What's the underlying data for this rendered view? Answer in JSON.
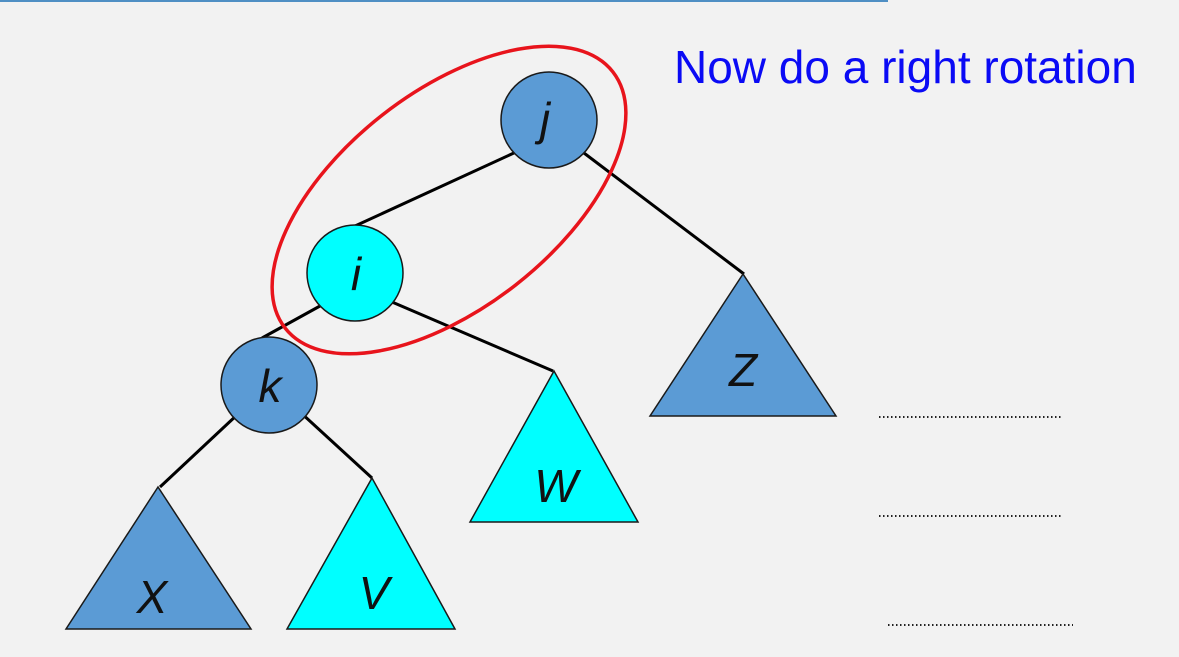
{
  "caption": "Now do a right rotation",
  "nodes": {
    "j": "j",
    "i": "i",
    "k": "k"
  },
  "subtrees": {
    "x": "X",
    "v": "V",
    "w": "W",
    "z": "Z"
  },
  "colors": {
    "dark_node": "#5b9bd5",
    "light_node": "#00ffff",
    "highlight_ellipse": "#e8141c",
    "caption_text": "#0a0af5",
    "edge": "#000000",
    "background": "#f2f2f2"
  }
}
